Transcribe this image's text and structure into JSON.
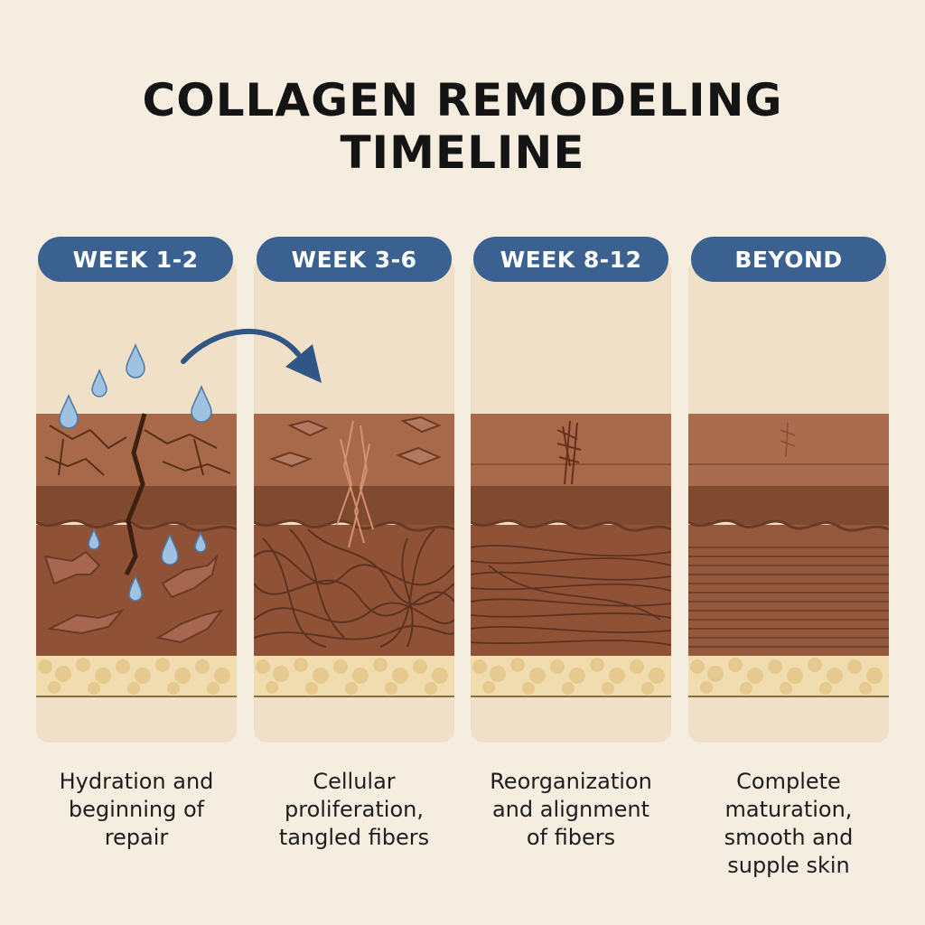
{
  "title": {
    "line1": "COLLAGEN REMODELING",
    "line2": "TIMELINE"
  },
  "stages": [
    {
      "label": "WEEK 1-2",
      "caption_lines": [
        "Hydration and",
        "beginning of",
        "repair"
      ]
    },
    {
      "label": "WEEK 3-6",
      "caption_lines": [
        "Cellular",
        "proliferation,",
        "tangled fibers"
      ]
    },
    {
      "label": "WEEK 8-12",
      "caption_lines": [
        "Reorganization",
        "and alignment",
        "of fibers"
      ]
    },
    {
      "label": "BEYOND",
      "caption_lines": [
        "Complete",
        "maturation,",
        "smooth and",
        "supple skin"
      ]
    }
  ],
  "colors": {
    "background": "#f6ede1",
    "panel": "#f1e0c8",
    "pill": "#3a6190",
    "epidermis": "#a8694a",
    "dermis": "#8f5236",
    "fat": "#f0dcae",
    "droplet": "#9fc2e2"
  },
  "icons": [
    "water-droplet-icon",
    "fibroblast-cell-icon",
    "curved-arrow-icon"
  ]
}
